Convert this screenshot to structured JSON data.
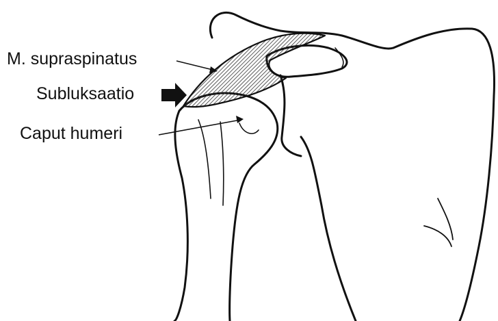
{
  "labels": {
    "supraspinatus": "M. supraspinatus",
    "subluxation": "Subluksaatio",
    "humeral_head": "Caput humeri"
  },
  "colors": {
    "background": "#ffffff",
    "ink": "#111111",
    "hatch": "#333333"
  }
}
